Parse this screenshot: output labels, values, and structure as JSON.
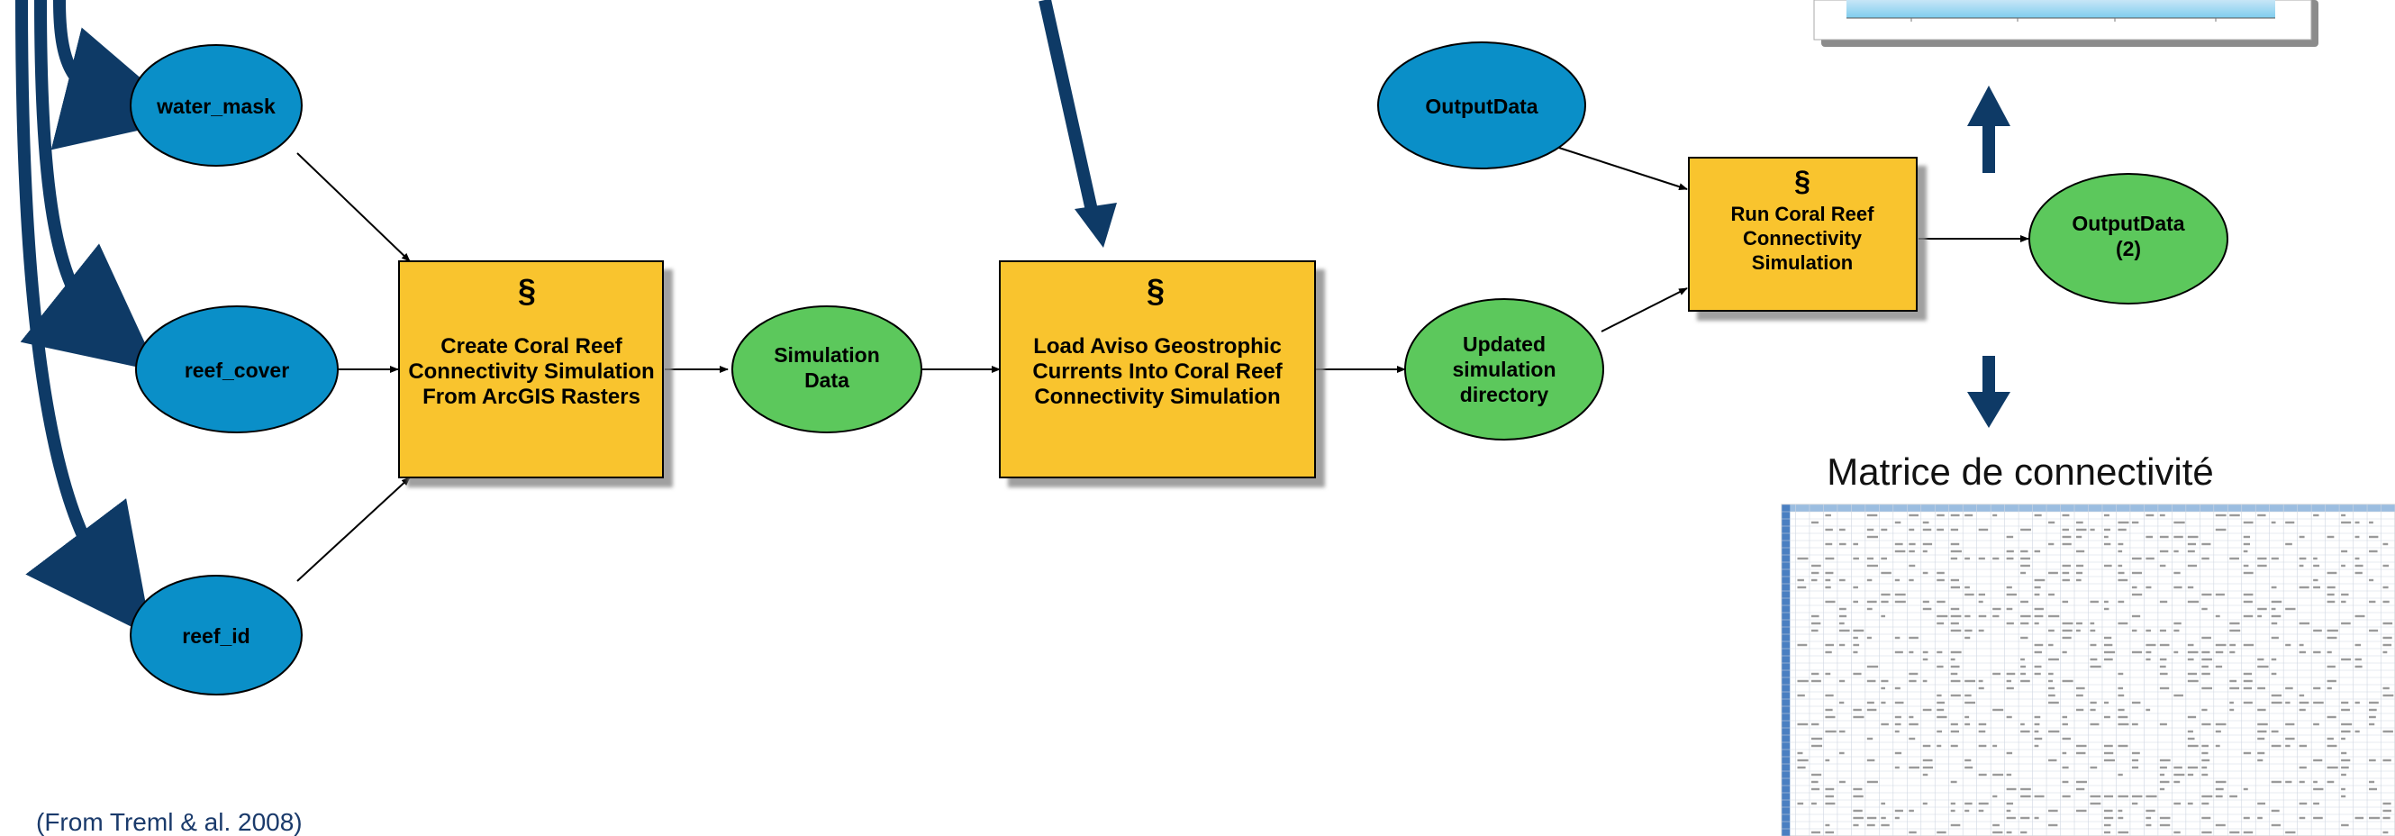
{
  "colors": {
    "input_node": "#0a8fc8",
    "derived_node": "#5cc85c",
    "tool_box": "#f9c42d",
    "arrow_blue": "#0e3a66",
    "caption": "#1a3a6b"
  },
  "icons": {
    "tool": "script-tool-icon"
  },
  "nodes": {
    "water_mask": "water_mask",
    "reef_cover": "reef_cover",
    "reef_id": "reef_id",
    "output_data": "OutputData",
    "simulation_data": [
      "Simulation",
      "Data"
    ],
    "updated_directory": [
      "Updated",
      "simulation",
      "directory"
    ],
    "output_data_2": [
      "OutputData",
      "(2)"
    ]
  },
  "tools": {
    "create": [
      "Create Coral Reef",
      "Connectivity Simulation",
      "From ArcGIS Rasters"
    ],
    "load": [
      "Load Aviso Geostrophic",
      "Currents Into Coral Reef",
      "Connectivity Simulation"
    ],
    "run": [
      "Run Coral Reef",
      "Connectivity",
      "Simulation"
    ]
  },
  "matrix_title": "Matrice de connectivité",
  "caption": "(From Treml & al. 2008)"
}
